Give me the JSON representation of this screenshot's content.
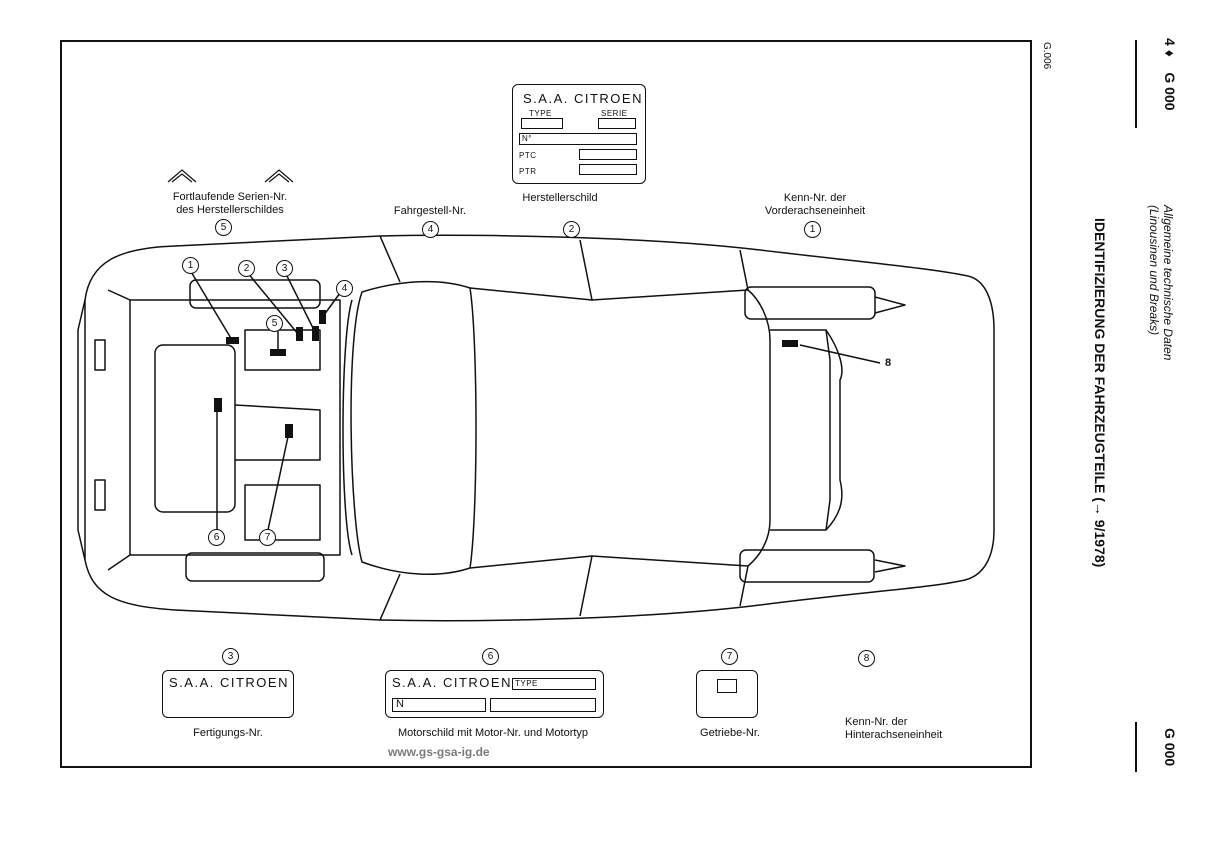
{
  "page": {
    "code_side": "G.006",
    "header_page": "4",
    "header_mark": "♦",
    "header_code": "G 000",
    "subtitle_line1": "Allgemeine technische Daten",
    "subtitle_line2": "(Linousinen und Breaks)",
    "main_title": "IDENTIFIZIERUNG DER FAHRZEUGTEILE (→ 9/1978)",
    "footer_code": "G 000",
    "website": "www.gs-gsa-ig.de"
  },
  "plate_top": {
    "title": "S.A.A. CITROEN",
    "type": "TYPE",
    "serie": "SERIE",
    "no": "N°",
    "ptc": "PTC",
    "ptr": "PTR"
  },
  "labels": {
    "l5_line1": "Fortlaufende Serien-Nr.",
    "l5_line2": "des Herstellerschildes",
    "l4": "Fahrgestell-Nr.",
    "l2": "Herstellerschild",
    "l1_line1": "Kenn-Nr. der",
    "l1_line2": "Vorderachseneinheit",
    "l3": "Fertigungs-Nr.",
    "l6": "Motorschild mit Motor-Nr. und Motortyp",
    "l7": "Getriebe-Nr.",
    "l8_line1": "Kenn-Nr. der",
    "l8_line2": "Hinterachseneinheit"
  },
  "numbers": {
    "n1": "1",
    "n2": "2",
    "n3": "3",
    "n4": "4",
    "n5": "5",
    "n6": "6",
    "n7": "7",
    "n8": "8"
  },
  "plate_3": {
    "title": "S.A.A. CITROEN"
  },
  "plate_6": {
    "title": "S.A.A. CITROEN",
    "type": "TYPE",
    "no": "N"
  }
}
